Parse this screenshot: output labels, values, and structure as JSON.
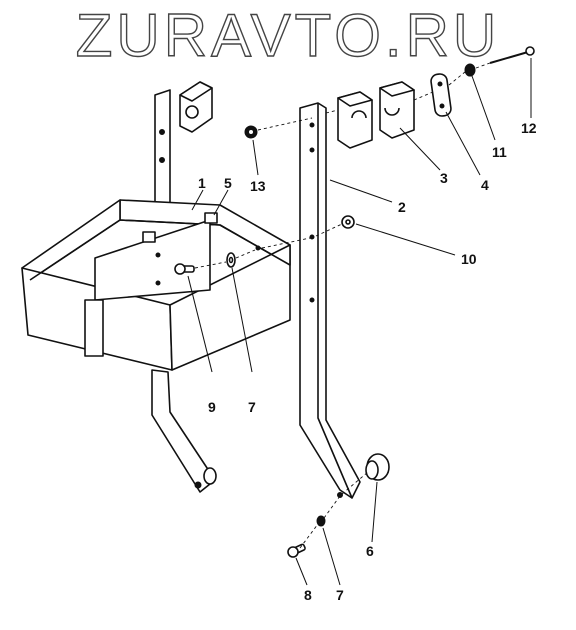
{
  "watermark": {
    "text": "ZURAVTO.RU"
  },
  "callouts": [
    {
      "id": "1",
      "text": "1"
    },
    {
      "id": "5",
      "text": "5"
    },
    {
      "id": "2",
      "text": "2"
    },
    {
      "id": "3",
      "text": "3"
    },
    {
      "id": "4",
      "text": "4"
    },
    {
      "id": "11",
      "text": "11"
    },
    {
      "id": "12",
      "text": "12"
    },
    {
      "id": "13",
      "text": "13"
    },
    {
      "id": "10",
      "text": "10"
    },
    {
      "id": "9",
      "text": "9"
    },
    {
      "id": "7a",
      "text": "7"
    },
    {
      "id": "6",
      "text": "6"
    },
    {
      "id": "8",
      "text": "8"
    },
    {
      "id": "7b",
      "text": "7"
    }
  ]
}
